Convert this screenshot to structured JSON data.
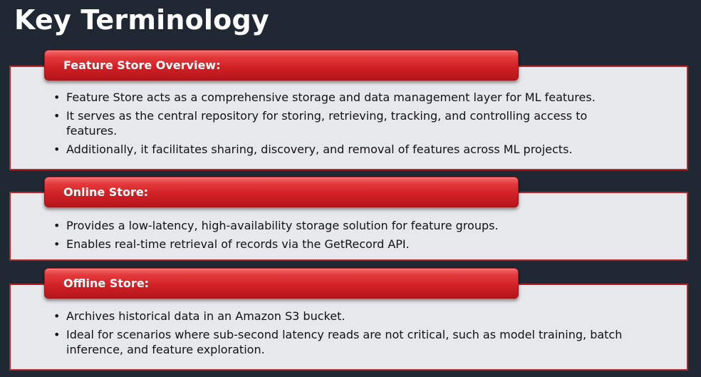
{
  "title": "Key Terminology",
  "sections": [
    {
      "heading": "Feature Store Overview:",
      "bullets": [
        "Feature Store acts as a comprehensive storage and data management layer for ML features.",
        "It serves as the central repository for storing, retrieving, tracking, and controlling access to features.",
        "Additionally, it facilitates sharing, discovery, and removal of features across ML projects."
      ]
    },
    {
      "heading": "Online Store:",
      "bullets": [
        "Provides a low-latency, high-availability storage solution for feature groups.",
        "Enables real-time retrieval of records via the GetRecord API."
      ]
    },
    {
      "heading": "Offline Store:",
      "bullets": [
        "Archives historical data in an Amazon S3 bucket.",
        "Ideal for scenarios where sub-second latency reads are not critical, such as model training, batch inference, and feature exploration."
      ]
    }
  ],
  "colors": {
    "background": "#1f2833",
    "accent": "#cf1f24",
    "panel": "#e7e8eb",
    "panel_border": "#b3262c"
  }
}
